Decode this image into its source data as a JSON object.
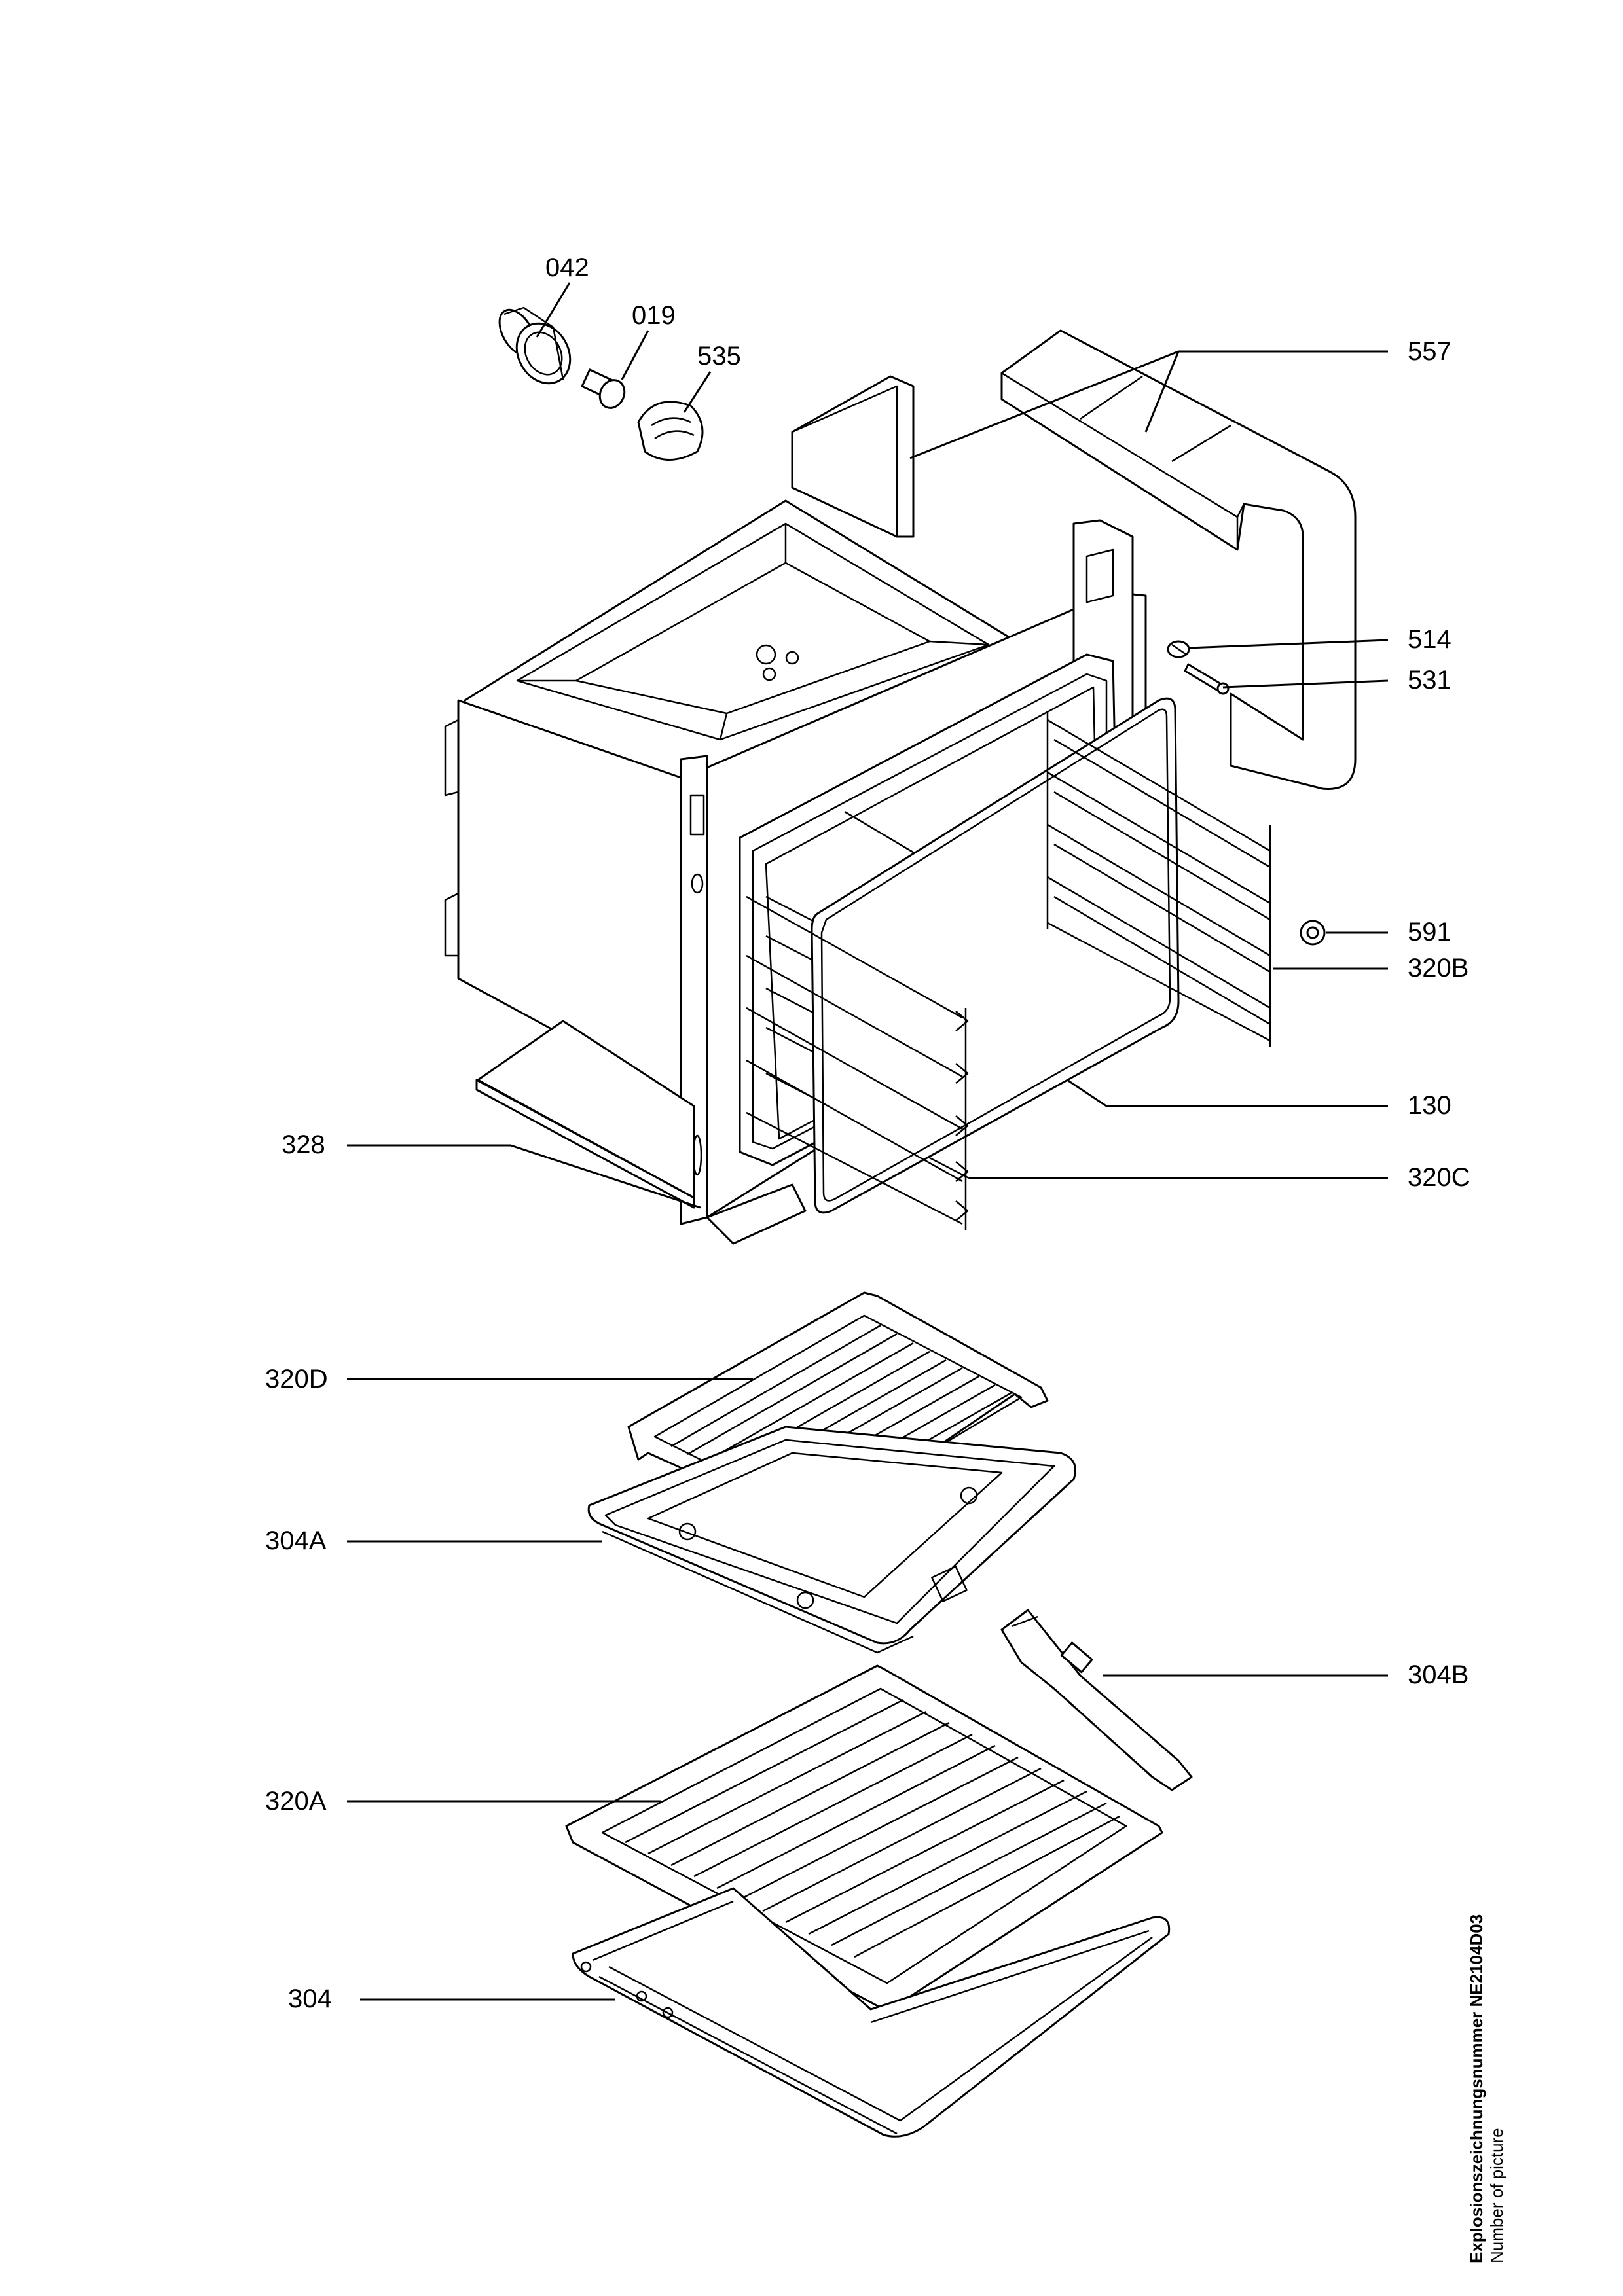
{
  "labels": {
    "l042": "042",
    "l019": "019",
    "l535": "535",
    "l557": "557",
    "l514": "514",
    "l531": "531",
    "l591": "591",
    "l320B": "320B",
    "l130": "130",
    "l328": "328",
    "l320C": "320C",
    "l320D": "320D",
    "l304A": "304A",
    "l304B": "304B",
    "l320A": "320A",
    "l304": "304"
  },
  "footer": {
    "drawing_number": "Explosionszeichnungsnummer NE2104D03",
    "number_of_picture": "Number of picture"
  }
}
